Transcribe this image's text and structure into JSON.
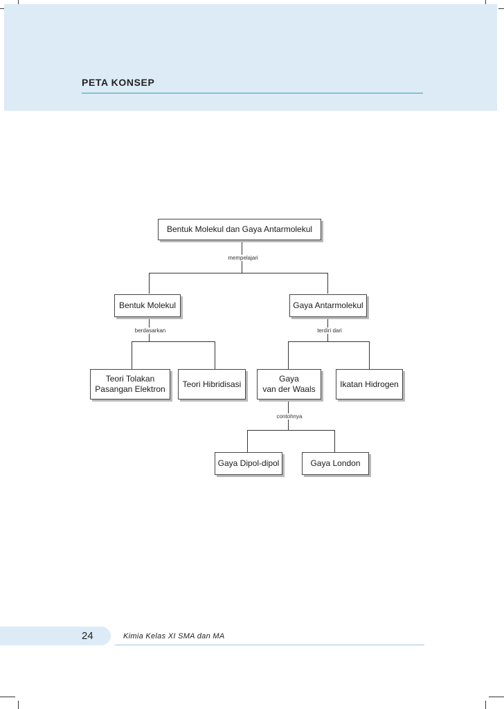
{
  "header": {
    "section_title": "PETA KONSEP"
  },
  "concept_map": {
    "root": "Bentuk Molekul dan Gaya Antarmolekul",
    "root_link": "mempelajari",
    "left_branch": "Bentuk Molekul",
    "left_link": "berdasarkan",
    "left_children": [
      "Teori Tolakan\nPasangan Elektron",
      "Teori Hibridisasi"
    ],
    "right_branch": "Gaya Antarmolekul",
    "right_link": "terdiri dari",
    "right_children": [
      "Gaya\nvan der Waals",
      "Ikatan Hidrogen"
    ],
    "vdw_link": "contohnya",
    "vdw_children": [
      "Gaya Dipol-dipol",
      "Gaya London"
    ]
  },
  "footer": {
    "page_number": "24",
    "book_title": "Kimia Kelas XI SMA dan MA"
  }
}
